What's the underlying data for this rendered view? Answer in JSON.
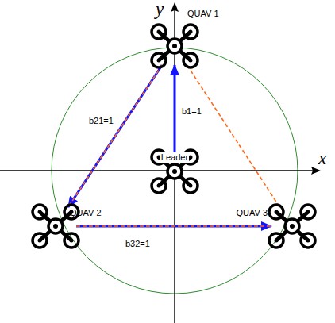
{
  "diagram": {
    "nodes": [
      {
        "text": [
          "QUAV 1"
        ]
      },
      {
        "text": [
          "Leader"
        ]
      },
      {
        "text": [
          "QUAV 2"
        ]
      },
      {
        "text": [
          "QUAV 3"
        ]
      }
    ],
    "edges": [
      {
        "from": 1,
        "to": 0,
        "arrow": "to",
        "label": "b1=1"
      },
      {
        "from": 0,
        "to": 2,
        "arrow": "to",
        "label": "b21=1"
      },
      {
        "from": 2,
        "to": 3,
        "arrow": "to",
        "label": "b32=1"
      },
      {
        "from": 0,
        "to": 2,
        "arrow": "none"
      },
      {
        "from": 2,
        "to": 3,
        "arrow": "none"
      },
      {
        "from": 0,
        "to": 3,
        "arrow": "none"
      }
    ],
    "labels": [
      "x",
      "y"
    ]
  }
}
